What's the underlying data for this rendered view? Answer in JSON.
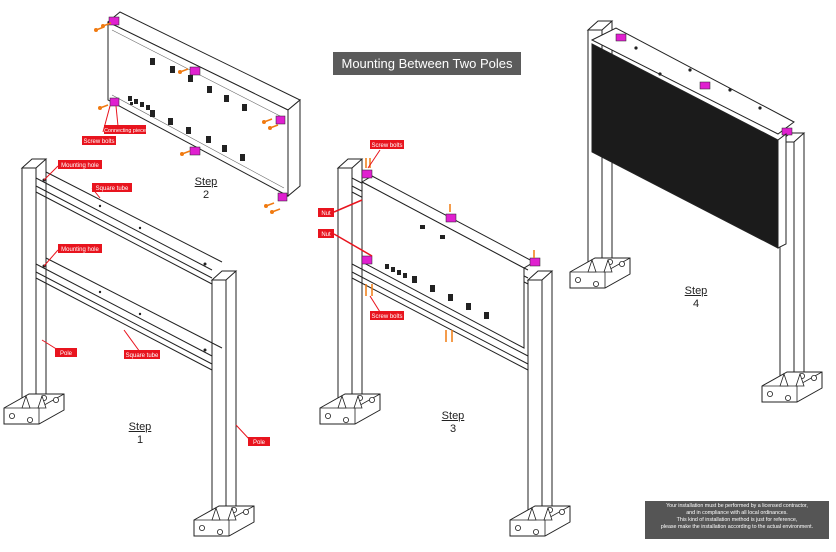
{
  "title": "Mounting Between Two Poles",
  "steps": [
    {
      "word": "Step",
      "num": "1"
    },
    {
      "word": "Step",
      "num": "2"
    },
    {
      "word": "Step",
      "num": "3"
    },
    {
      "word": "Step",
      "num": "4"
    }
  ],
  "labels": {
    "mounting_hole": "Mounting hole",
    "square_tube": "Square tube",
    "pole": "Pole",
    "screw_bolts": "Screw bolts",
    "connecting_piece": "Connecting piece",
    "nut": "Nut"
  },
  "note": [
    "Your installation must be performed by a licensed contractor,",
    "and in compliance with all local ordinances.",
    "This kind of installation method is just for reference,",
    "please make the installation according to the actual environment."
  ],
  "colors": {
    "label_red": "#e8141e",
    "accent_magenta": "#e020d0",
    "accent_orange": "#f07a10",
    "screen_black": "#1b1b1b",
    "title_bg": "#5b5b5b"
  }
}
